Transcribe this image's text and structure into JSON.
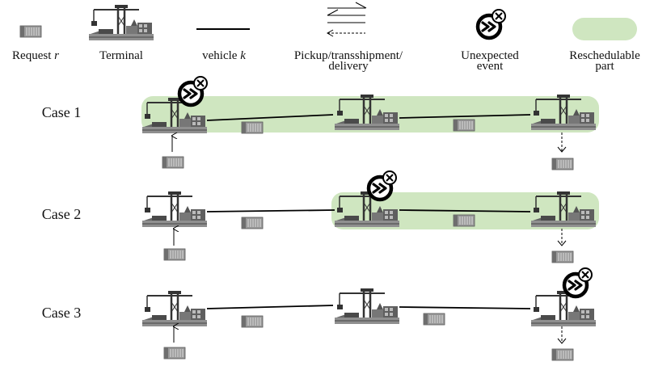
{
  "legend": {
    "request": {
      "label_prefix": "Request ",
      "label_var": "r",
      "icon": "container-icon"
    },
    "terminal": {
      "label": "Terminal",
      "icon": "terminal-crane-icon"
    },
    "vehicle": {
      "label_prefix": "vehicle ",
      "label_var": "k",
      "icon": "route-line"
    },
    "ops": {
      "label_line1": "Pickup/transshipment/",
      "label_line2": "delivery",
      "icon": "arrows-icon"
    },
    "event": {
      "label_line1": "Unexpected",
      "label_line2": "event",
      "icon": "clock-cancel-icon"
    },
    "resched": {
      "label_line1": "Reschedulable",
      "label_line2": "part",
      "icon": "highlight-box",
      "color": "#cfe6c0"
    }
  },
  "cases": [
    {
      "label": "Case 1",
      "event_at": "terminal-1",
      "reschedulable": "terminal-1 to terminal-3"
    },
    {
      "label": "Case 2",
      "event_at": "terminal-2",
      "reschedulable": "terminal-2 to terminal-3"
    },
    {
      "label": "Case 3",
      "event_at": "terminal-3",
      "reschedulable": ""
    }
  ],
  "colors": {
    "highlight": "#cfe6c0",
    "line": "#000000",
    "container": "#8a8a8a"
  }
}
